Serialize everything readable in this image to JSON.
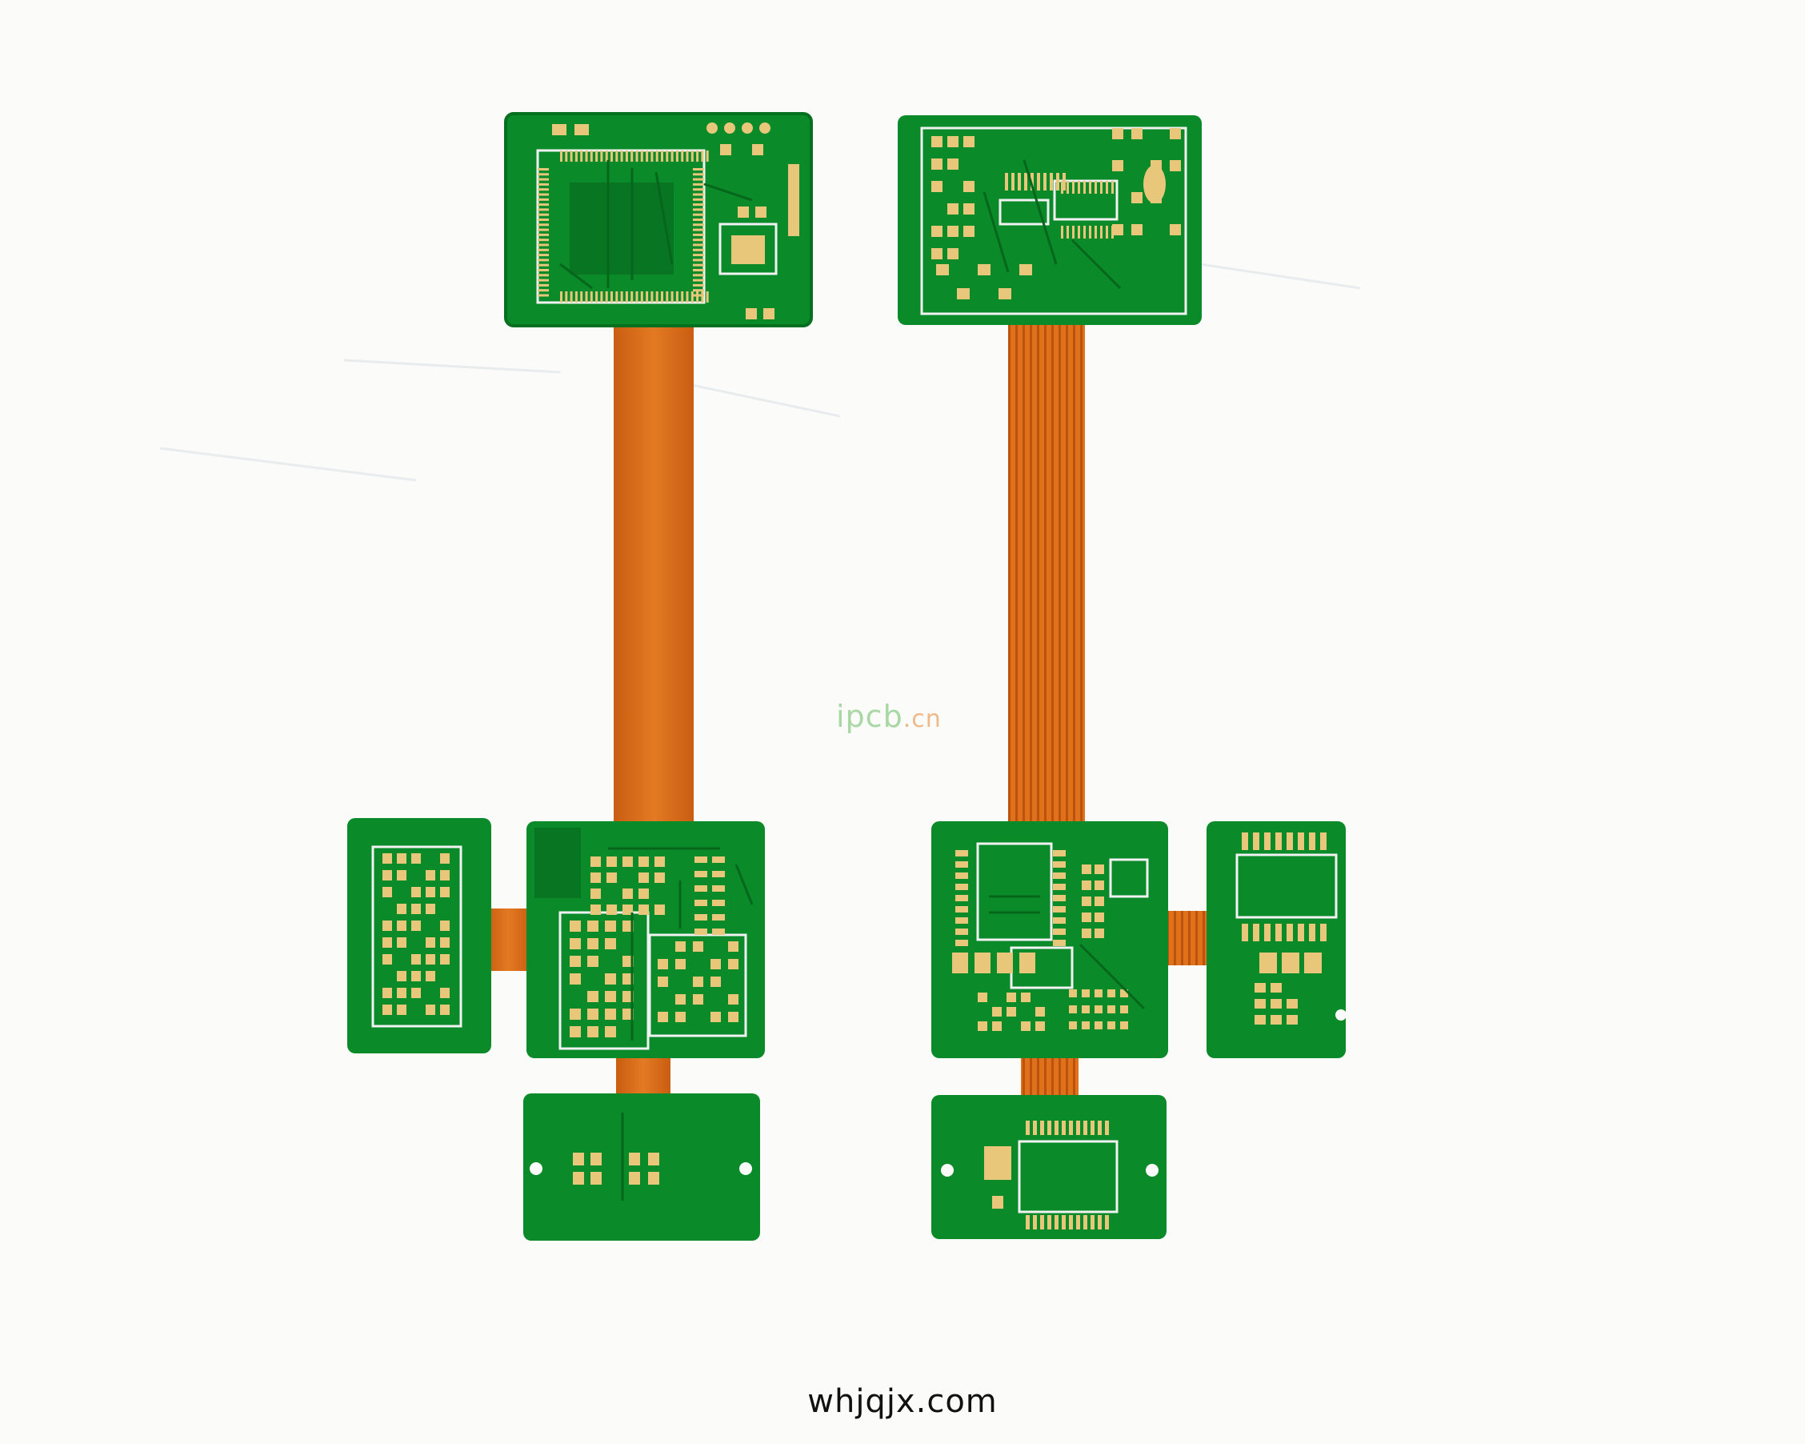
{
  "photo": {
    "subject": "rigid-flex printed circuit boards",
    "colors": {
      "background": "#fbfbf9",
      "soldermask": "#0b8a2a",
      "soldermask_dark": "#076f20",
      "flex_polyimide": "#e0701a",
      "flex_dark": "#b9540e",
      "gold_pad": "#e8c77a",
      "silkscreen": "#f2f2f2"
    }
  },
  "watermark": {
    "brand": "ipcb",
    "tld": ".cn"
  },
  "caption": {
    "text": "whjqjx.com"
  }
}
